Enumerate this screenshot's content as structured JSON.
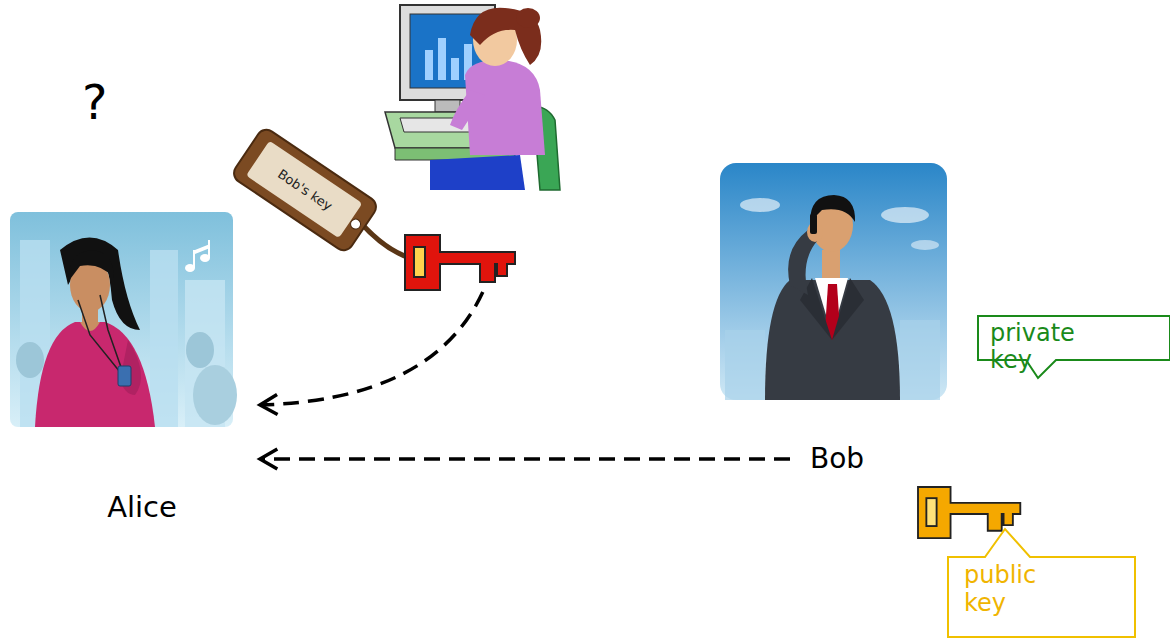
{
  "diagram": {
    "nodes": [
      {
        "text": [
          "Bob's key"
        ]
      },
      {
        "text": [
          "Alice"
        ]
      },
      {
        "text": [
          "Bob"
        ]
      },
      {
        "text": [
          "private key"
        ]
      },
      {
        "text": [
          "public key"
        ]
      }
    ],
    "edges": [
      {
        "from": 2,
        "to": 1,
        "arrow": "to"
      },
      {
        "from": 0,
        "to": 1,
        "arrow": "to"
      }
    ],
    "labels": [
      "?"
    ]
  }
}
